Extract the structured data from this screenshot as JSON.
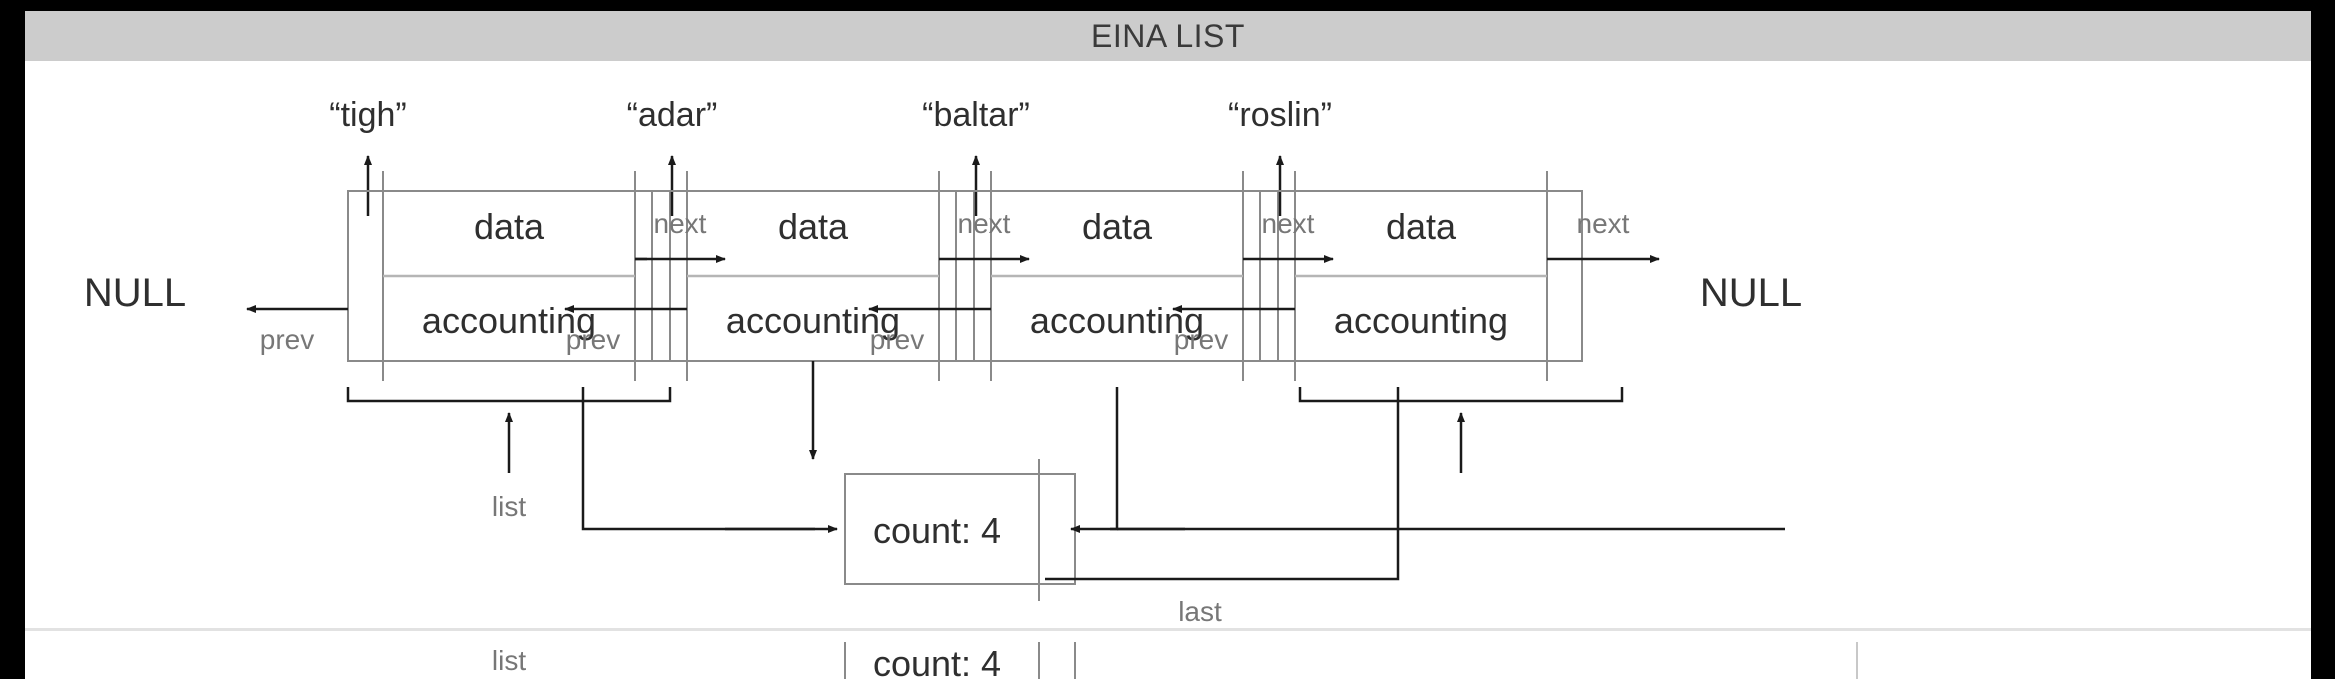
{
  "window": {
    "title": "EINA LIST",
    "titlebar_color": "#cccccc",
    "background_color": "#ffffff",
    "frame_color": "#000000"
  },
  "diagram": {
    "type": "doubly-linked-list",
    "terminators": {
      "left": "NULL",
      "right": "NULL"
    },
    "nodes": [
      {
        "key": "“tigh”",
        "data_label": "data",
        "accounting_label": "accounting",
        "next_label": "next",
        "prev_label": "prev"
      },
      {
        "key": "“adar”",
        "data_label": "data",
        "accounting_label": "accounting",
        "next_label": "next",
        "prev_label": "prev"
      },
      {
        "key": "“baltar”",
        "data_label": "data",
        "accounting_label": "accounting",
        "next_label": "next",
        "prev_label": "prev"
      },
      {
        "key": "“roslin”",
        "data_label": "data",
        "accounting_label": "accounting",
        "next_label": "next",
        "prev_label": "prev"
      }
    ],
    "accounting_box": {
      "count_label": "count: 4",
      "count_value": 4,
      "pointer_labels": {
        "list": "list",
        "last": "last"
      }
    },
    "colors": {
      "text_dark": "#2f2f2f",
      "text_gray": "#777777",
      "box_stroke": "#8a8a8a",
      "arrow_stroke": "#1a1a1a"
    }
  },
  "lower_strip": {
    "list": "list",
    "count": "count: 4"
  }
}
